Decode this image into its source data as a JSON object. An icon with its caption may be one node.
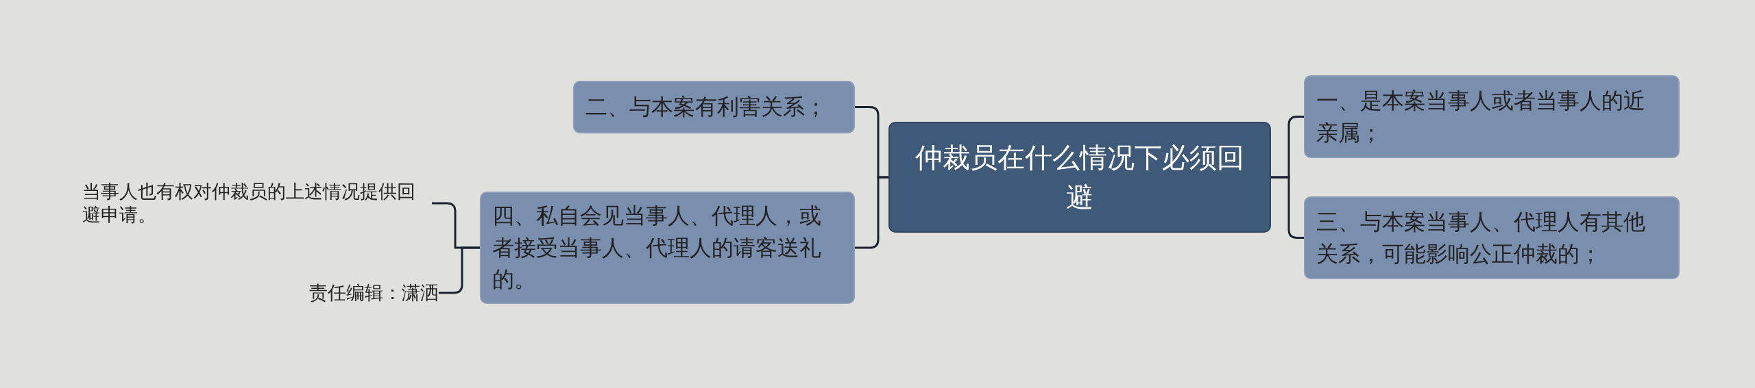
{
  "diagram": {
    "nodes": [
      {
        "text": [
          "仲裁员在什么情况下必须回避"
        ]
      },
      {
        "text": [
          "二、与本案有利害关系；"
        ]
      },
      {
        "text": [
          "一、是本案当事人或者当事人的近亲属；"
        ]
      },
      {
        "text": [
          "四、私自会见当事人、代理人，或者接受当事人、代理人的请客送礼的。"
        ]
      },
      {
        "text": [
          "三、与本案当事人、代理人有其他关系，可能影响公正仲裁的；"
        ]
      },
      {
        "text": [
          "当事人也有权对仲裁员的上述情况提供回避申请。"
        ]
      },
      {
        "text": [
          "责任编辑：潇洒"
        ]
      }
    ],
    "edges": [
      {
        "from": 0,
        "to": 1,
        "arrow": "none"
      },
      {
        "from": 0,
        "to": 2,
        "arrow": "none"
      },
      {
        "from": 0,
        "to": 3,
        "arrow": "none"
      },
      {
        "from": 0,
        "to": 4,
        "arrow": "none"
      },
      {
        "from": 3,
        "to": 5,
        "arrow": "none"
      },
      {
        "from": 3,
        "to": 6,
        "arrow": "none"
      }
    ]
  }
}
